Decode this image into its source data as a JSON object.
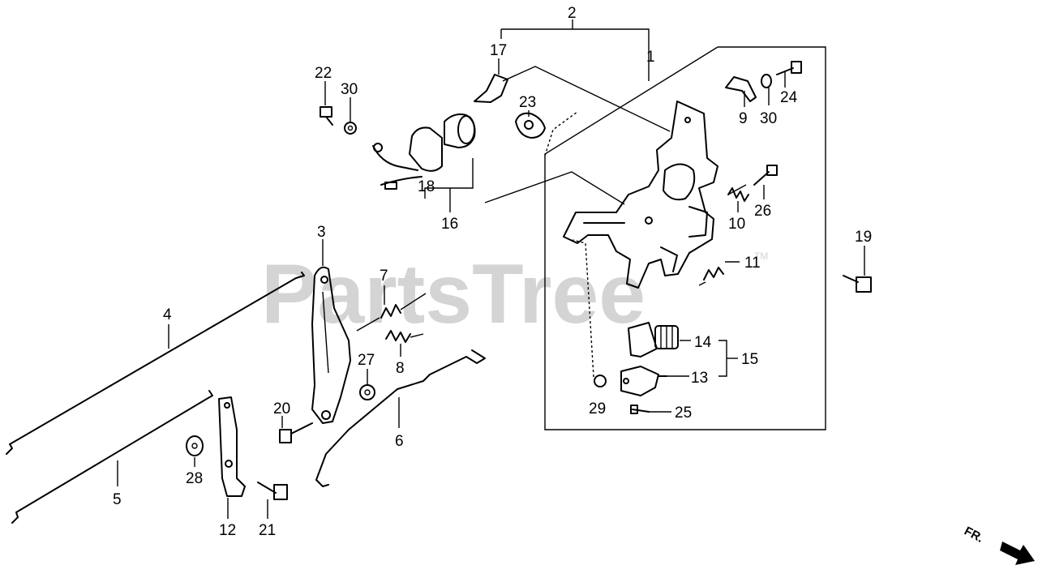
{
  "watermark": {
    "text": "PartsTree",
    "trademark": "TM"
  },
  "orientation": {
    "label": "FR."
  },
  "callouts": {
    "c1": "1",
    "c2": "2",
    "c3": "3",
    "c4": "4",
    "c5": "5",
    "c6": "6",
    "c7": "7",
    "c8": "8",
    "c9": "9",
    "c10": "10",
    "c11": "11",
    "c12": "12",
    "c13": "13",
    "c14": "14",
    "c15": "15",
    "c16": "16",
    "c17": "17",
    "c18": "18",
    "c19": "19",
    "c20": "20",
    "c21": "21",
    "c22": "22",
    "c23": "23",
    "c24": "24",
    "c25": "25",
    "c26": "26",
    "c27": "27",
    "c28": "28",
    "c29": "29",
    "c30a": "30",
    "c30b": "30"
  }
}
